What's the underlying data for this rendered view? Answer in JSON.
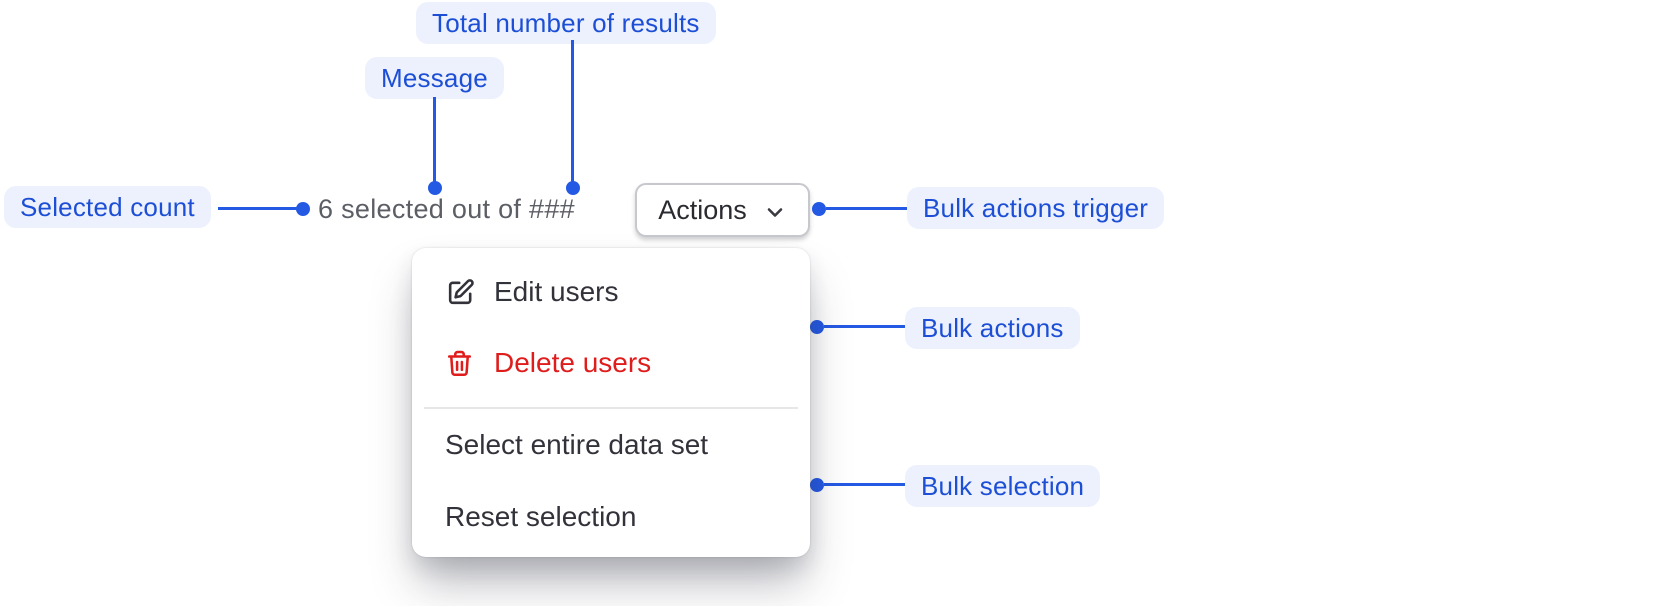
{
  "annotations": {
    "total_results": "Total number of results",
    "message": "Message",
    "selected_count": "Selected count",
    "bulk_actions_trigger": "Bulk actions trigger",
    "bulk_actions": "Bulk actions",
    "bulk_selection": "Bulk selection"
  },
  "toolbar": {
    "selection_message": "6 selected out of ###",
    "actions_label": "Actions"
  },
  "menu": {
    "items": [
      {
        "label": "Edit users",
        "icon": "edit-icon",
        "style": "default"
      },
      {
        "label": "Delete users",
        "icon": "trash-icon",
        "style": "danger"
      },
      {
        "label": "Select entire data set",
        "icon": null,
        "style": "default"
      },
      {
        "label": "Reset selection",
        "icon": null,
        "style": "default"
      }
    ]
  },
  "colors": {
    "annotation_text": "#1d4fd6",
    "annotation_pill_bg": "#ecf1fd",
    "connector_blue": "#2459e4",
    "danger_red": "#e01d1d",
    "muted_text": "#5c5e66",
    "menu_text": "#32333a"
  }
}
